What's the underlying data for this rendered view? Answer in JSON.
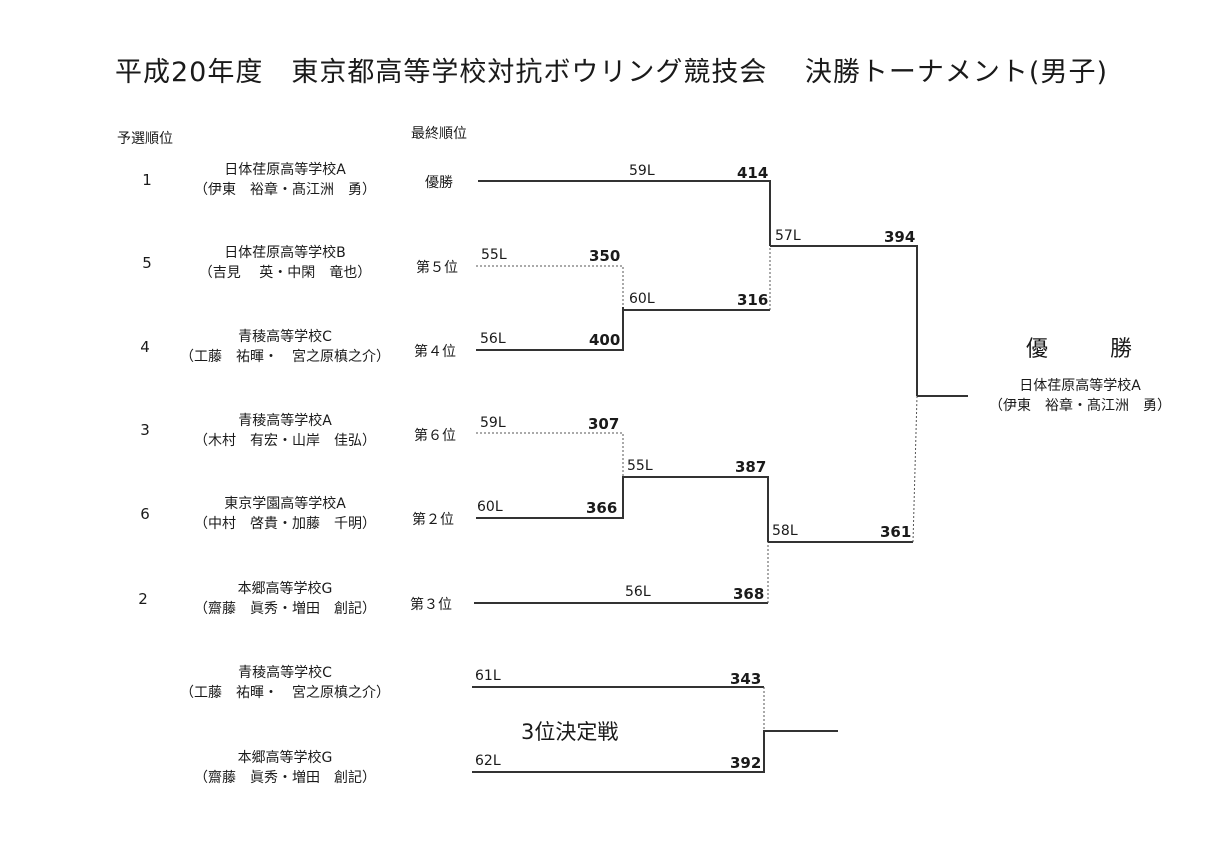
{
  "title": "平成20年度　東京都高等学校対抗ボウリング競技会　 決勝トーナメント(男子)",
  "headers": {
    "seed": "予選順位",
    "final_rank": "最終順位"
  },
  "entries": [
    {
      "seed": "1",
      "team": "日体荏原高等学校A",
      "members": "（伊東　裕章・髙江洲　勇）",
      "rank": "優勝"
    },
    {
      "seed": "5",
      "team": "日体荏原高等学校B",
      "members": "（吉見　 英・中閑　竜也）",
      "rank": "第５位"
    },
    {
      "seed": "4",
      "team": "青稜高等学校C",
      "members": "（工藤　祐暉・　宮之原槙之介）",
      "rank": "第４位"
    },
    {
      "seed": "3",
      "team": "青稜高等学校A",
      "members": "（木村　有宏・山岸　佳弘）",
      "rank": "第６位"
    },
    {
      "seed": "6",
      "team": "東京学園高等学校A",
      "members": "（中村　啓貴・加藤　千明）",
      "rank": "第２位"
    },
    {
      "seed": "2",
      "team": "本郷高等学校G",
      "members": "（齋藤　眞秀・増田　創記）",
      "rank": "第３位"
    }
  ],
  "matches": {
    "r1a_top": {
      "lane": "55L",
      "score": "350"
    },
    "r1a_bot": {
      "lane": "56L",
      "score": "400"
    },
    "r1b_top": {
      "lane": "59L",
      "score": "307"
    },
    "r1b_bot": {
      "lane": "60L",
      "score": "366"
    },
    "r2a_top": {
      "lane": "59L",
      "score": "414"
    },
    "r2a_bot": {
      "lane": "60L",
      "score": "316"
    },
    "r2b_top": {
      "lane": "55L",
      "score": "387"
    },
    "r2b_bot": {
      "lane": "56L",
      "score": "368"
    },
    "final_top": {
      "lane": "57L",
      "score": "394"
    },
    "final_bot": {
      "lane": "58L",
      "score": "361"
    }
  },
  "champion": {
    "label": "優　勝",
    "team": "日体荏原高等学校A",
    "members": "（伊東　裕章・髙江洲　勇）"
  },
  "third_place": {
    "label": "3位決定戦",
    "top": {
      "team": "青稜高等学校C",
      "members": "（工藤　祐暉・　宮之原槙之介）",
      "lane": "61L",
      "score": "343"
    },
    "bot": {
      "team": "本郷高等学校G",
      "members": "（齋藤　眞秀・増田　創記）",
      "lane": "62L",
      "score": "392"
    }
  }
}
